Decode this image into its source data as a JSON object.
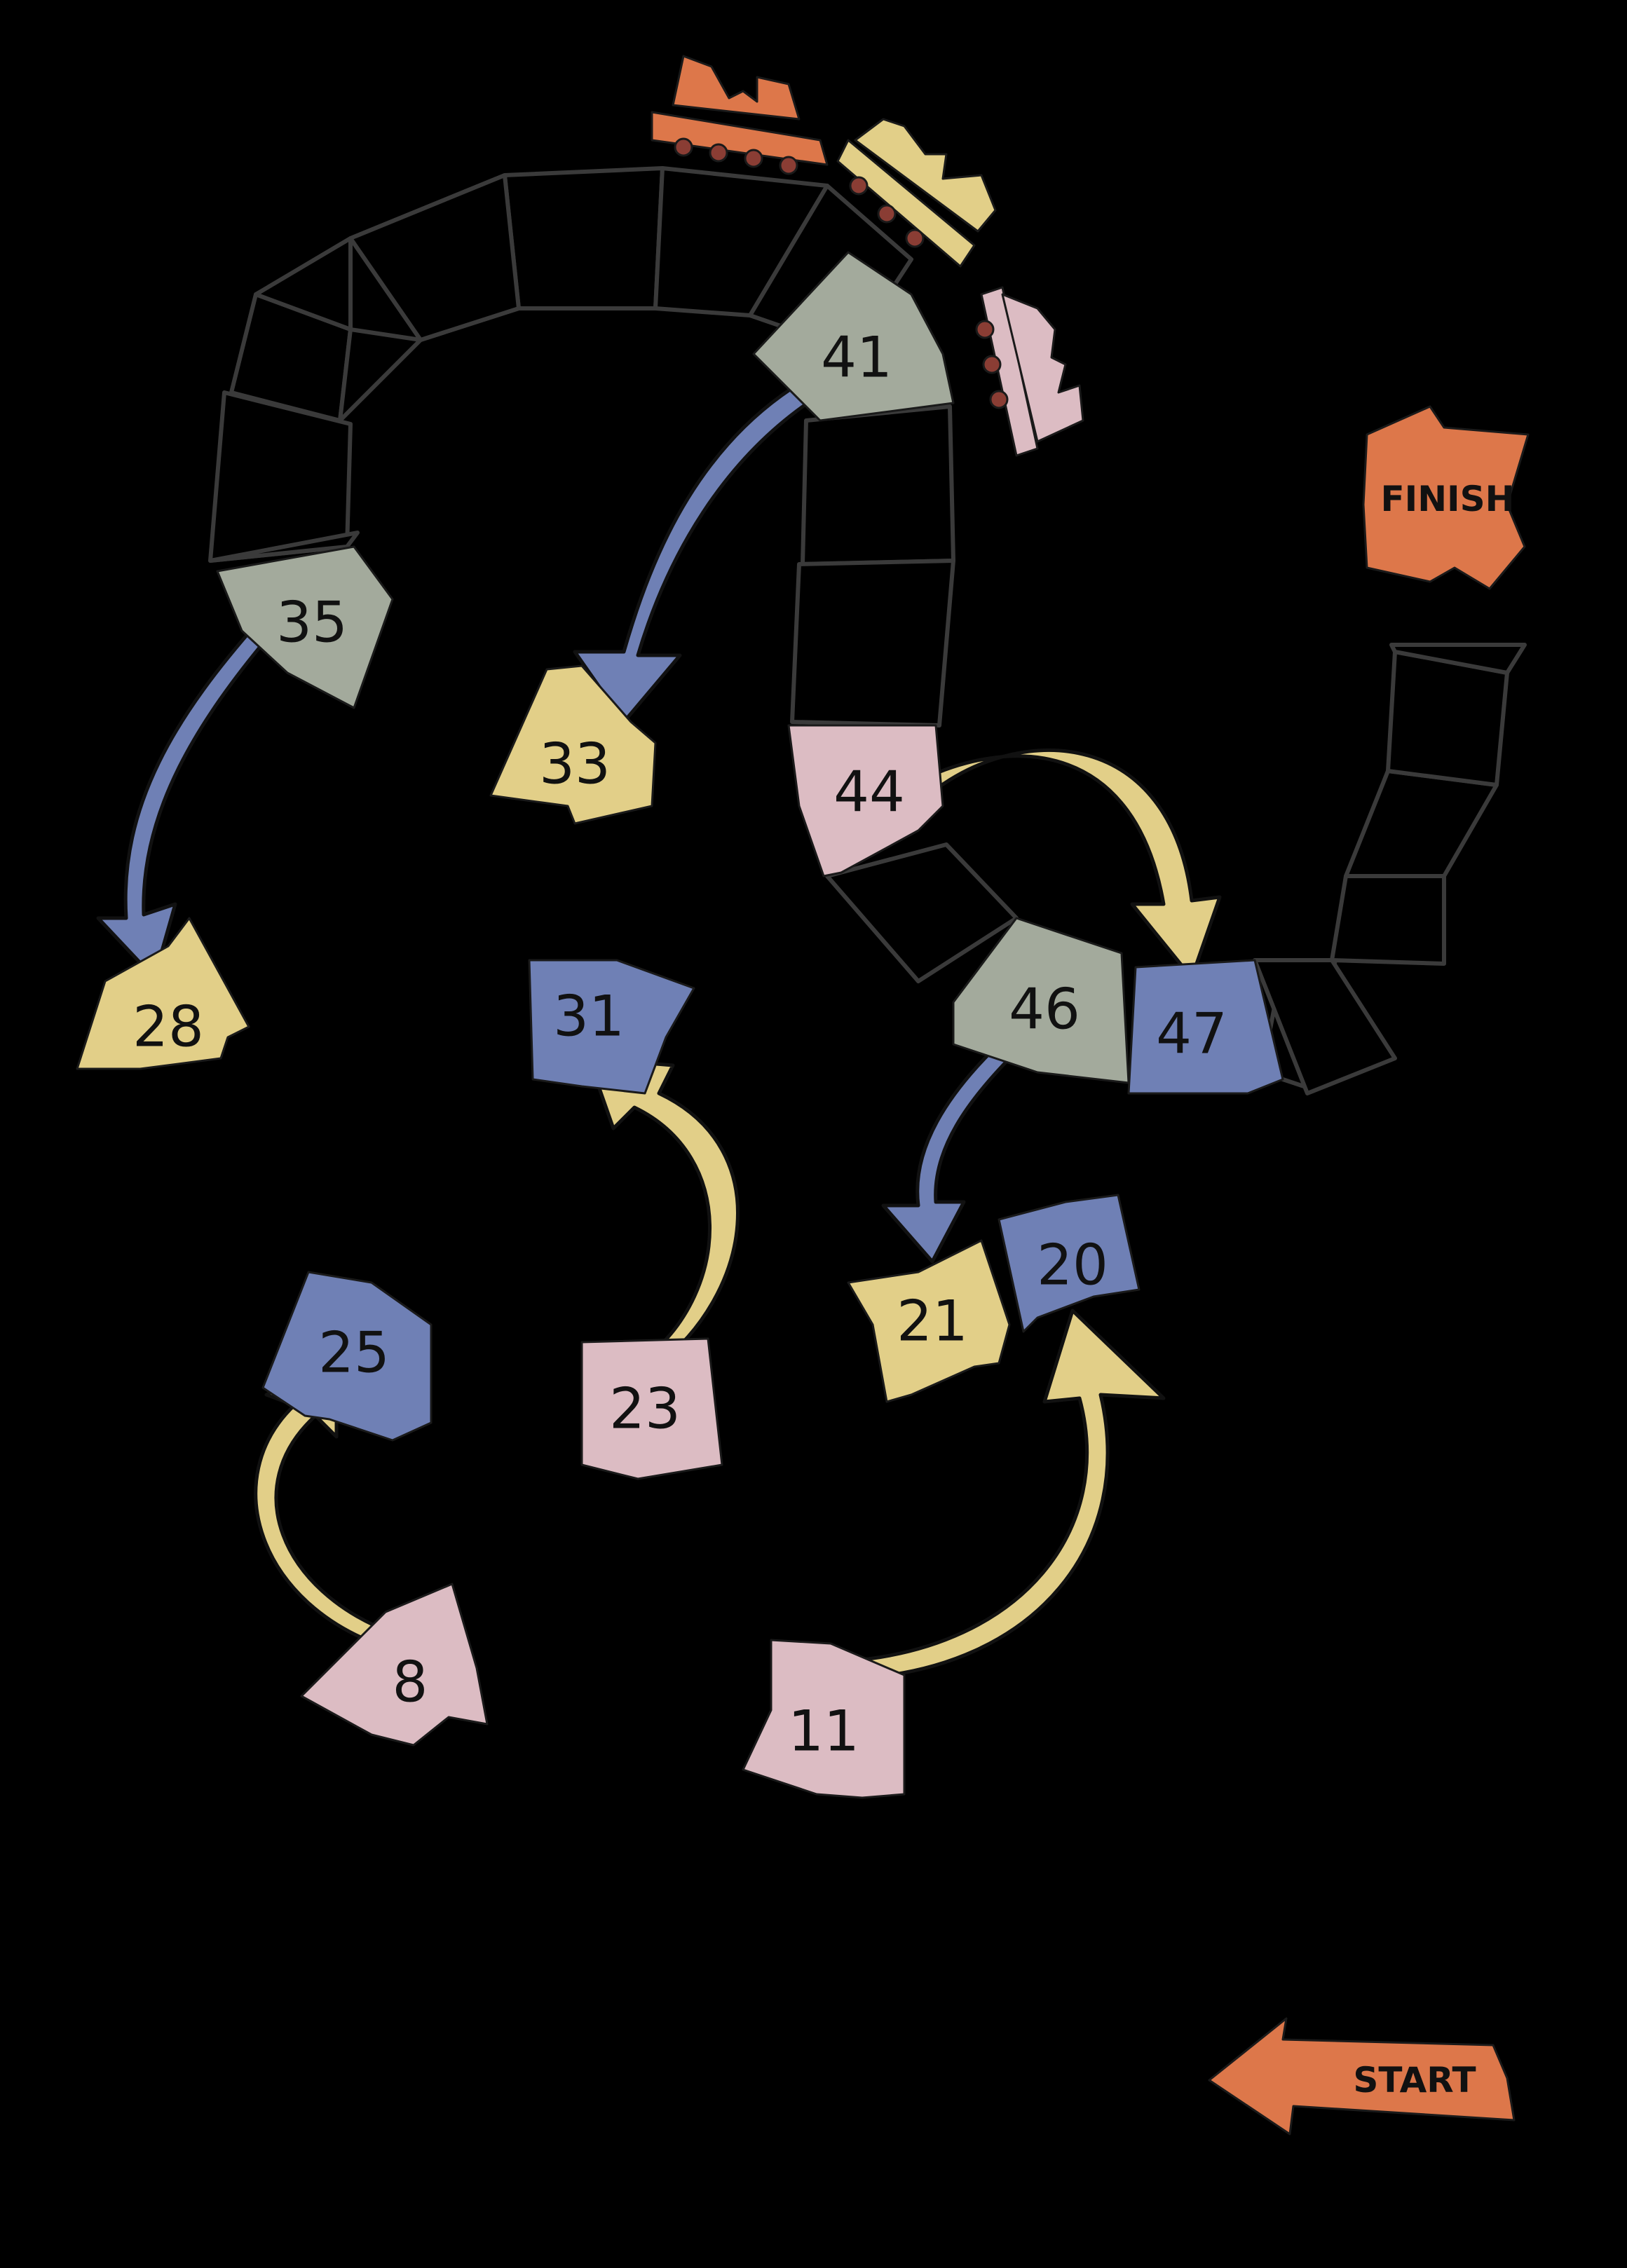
{
  "colors": {
    "background": "#000000",
    "yellow": "#e2cf88",
    "blue": "#6f80b5",
    "pink": "#dcbcc3",
    "green": "#a3aa9c",
    "orange": "#dd774a"
  },
  "labels": {
    "finish": "FINISH",
    "start": "START"
  },
  "squares": {
    "s8": "8",
    "s11": "11",
    "s20": "20",
    "s21": "21",
    "s23": "23",
    "s25": "25",
    "s28": "28",
    "s31": "31",
    "s33": "33",
    "s35": "35",
    "s41": "41",
    "s44": "44",
    "s46": "46",
    "s47": "47"
  },
  "icons": {
    "train_cars": [
      "train-car-orange-icon",
      "train-car-yellow-icon",
      "train-car-pink-icon"
    ],
    "arrow_start": "start-arrow-icon",
    "badge_finish": "finish-badge-icon"
  }
}
